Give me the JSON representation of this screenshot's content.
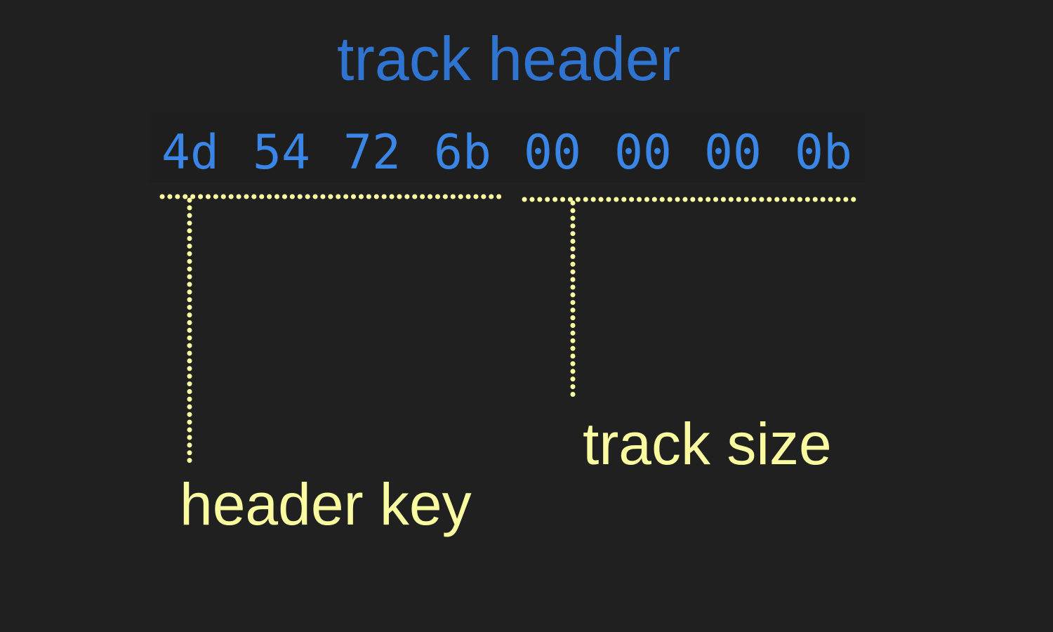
{
  "title": "track header",
  "bytes": [
    "4d",
    "54",
    "72",
    "6b",
    "00",
    "00",
    "00",
    "0b"
  ],
  "labels": {
    "header_key": "header key",
    "track_size": "track size"
  },
  "colors": {
    "background": "#202020",
    "title": "#2f74d0",
    "hex": "#3a86e6",
    "annotation": "#fafaa0"
  }
}
